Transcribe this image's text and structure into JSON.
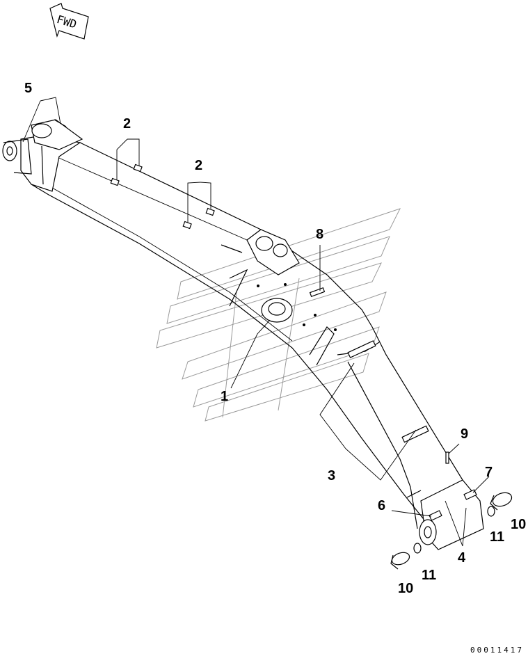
{
  "drawing": {
    "direction_label": "FWD",
    "document_number": "00011417"
  },
  "callouts": [
    {
      "id": "c5",
      "label": "5"
    },
    {
      "id": "c2a",
      "label": "2"
    },
    {
      "id": "c2b",
      "label": "2"
    },
    {
      "id": "c8",
      "label": "8"
    },
    {
      "id": "c1",
      "label": "1"
    },
    {
      "id": "c9",
      "label": "9"
    },
    {
      "id": "c3",
      "label": "3"
    },
    {
      "id": "c7",
      "label": "7"
    },
    {
      "id": "c6",
      "label": "6"
    },
    {
      "id": "c11a",
      "label": "11"
    },
    {
      "id": "c10a",
      "label": "10"
    },
    {
      "id": "c4",
      "label": "4"
    },
    {
      "id": "c10b",
      "label": "10"
    },
    {
      "id": "c11b",
      "label": "11"
    }
  ]
}
